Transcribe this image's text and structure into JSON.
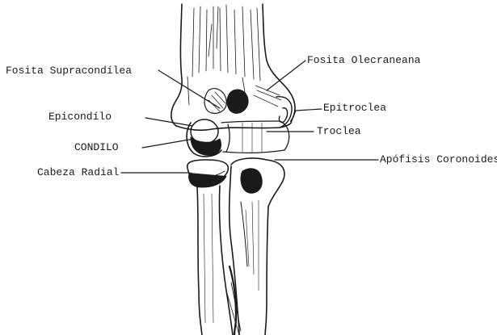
{
  "labels": {
    "fosita_supracondilea": "Fosita Supracondílea",
    "fosita_olecraneana": "Fosita Olecraneana",
    "epicondilo": "Epicondílo",
    "epitroclea": "Epitroclea",
    "condilo": "CONDILO",
    "troclea": "Troclea",
    "cabeza_radial": "Cabeza Radial",
    "apofisis_coronoides": "Apófisis Coronoides"
  },
  "colors": {
    "ink": "#1a1a1a",
    "paper": "#ffffff"
  }
}
